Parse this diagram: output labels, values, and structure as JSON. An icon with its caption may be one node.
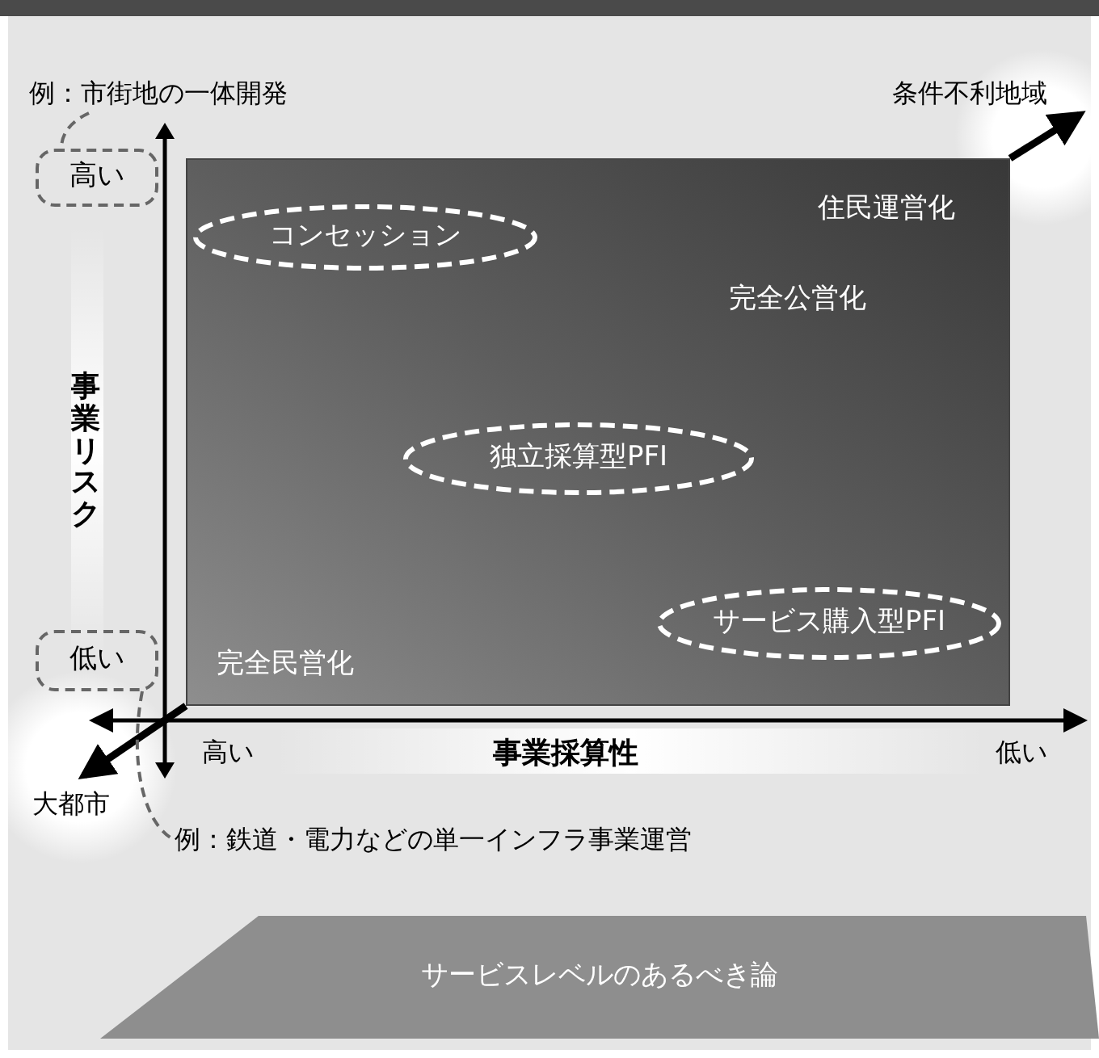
{
  "diagram": {
    "nodes": [
      {
        "text": [
          "例：市街地の一体開発"
        ]
      },
      {
        "text": [
          "条件不利地域"
        ]
      },
      {
        "text": [
          "高い"
        ]
      },
      {
        "text": [
          "住民運営化",
          "完全公営化",
          "完全民営化"
        ]
      },
      {
        "text": [
          "コンセッション"
        ],
        "in": 3
      },
      {
        "text": [
          "独立採算型PFI"
        ],
        "in": 3
      },
      {
        "text": [
          "サービス購入型PFI"
        ],
        "in": 3
      },
      {
        "text": [
          "低い"
        ]
      },
      {
        "text": [
          "大都市"
        ]
      },
      {
        "text": [
          "例：鉄道・電力などの単一インフラ事業運営"
        ]
      },
      {
        "text": [
          "サービスレベルのあるべき論"
        ]
      }
    ],
    "edges": [
      {
        "from": 0,
        "to": 2,
        "arrow": "none",
        "style": "dashed",
        "color": "#666666"
      },
      {
        "from": 3,
        "to": 1,
        "arrow": "to",
        "style": "thick",
        "color": "#000000"
      },
      {
        "from": 3,
        "to": 8,
        "arrow": "to",
        "style": "thick",
        "color": "#000000"
      },
      {
        "from": 7,
        "to": 9,
        "arrow": "none",
        "style": "dashed",
        "color": "#666666"
      }
    ],
    "labels": [
      "事業リスク",
      "高い",
      "事業採算性",
      "低い"
    ]
  }
}
